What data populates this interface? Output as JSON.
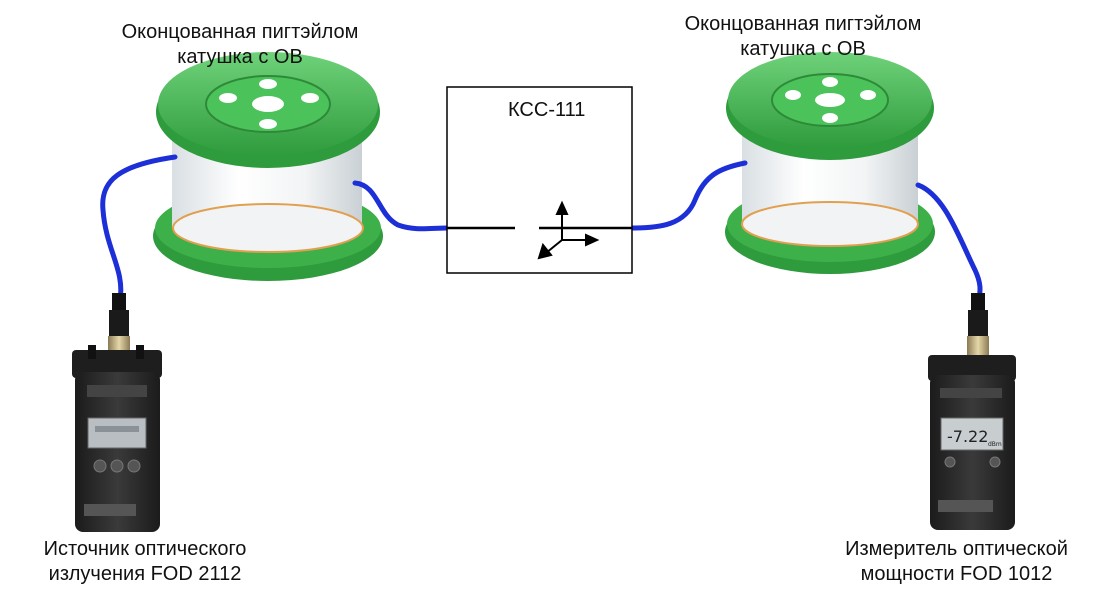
{
  "spool_left": {
    "line1": "Оконцованная пигтэйлом",
    "line2": "катушка с ОВ"
  },
  "spool_right": {
    "line1": "Оконцованная пигтэйлом",
    "line2": "катушка с ОВ"
  },
  "coupler_box": {
    "title": "КСС-111"
  },
  "source": {
    "line1": "Источник оптического",
    "line2": "излучения FOD 2112"
  },
  "meter": {
    "line1": "Измеритель оптической",
    "line2": "мощности FOD 1012",
    "display_value": "-7.22",
    "display_unit": "dBm"
  },
  "colors": {
    "reel_green": "#3db04a",
    "fiber_blue": "#1d2fd6",
    "device_body": "#2b2b2b"
  },
  "icons": [
    "fiber-spool-icon",
    "optical-source-icon",
    "power-meter-icon",
    "axes-arrows-icon"
  ]
}
